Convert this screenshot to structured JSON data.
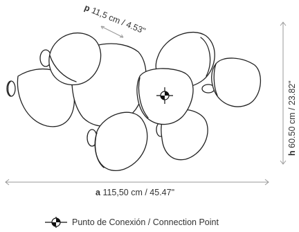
{
  "dimensions": {
    "depth": {
      "letter": "p",
      "value": "11,5 cm / 4.53\""
    },
    "height": {
      "letter": "h",
      "value": "60.50 cm / 23.82\""
    },
    "width": {
      "letter": "a",
      "value": "115,50 cm / 45.47\""
    }
  },
  "legend": {
    "icon": "connection-point-icon",
    "label": "Punto de Conexión / Connection Point"
  }
}
